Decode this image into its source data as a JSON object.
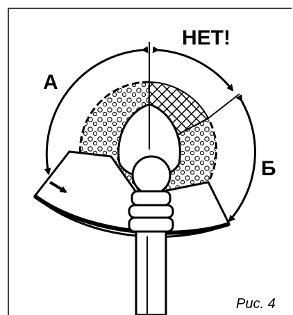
{
  "labels": {
    "zone_a": "А",
    "zone_b": "Б",
    "forbidden": "НЕТ!"
  },
  "caption": "Рис. 4",
  "colors": {
    "ink": "#000000",
    "paper": "#ffffff"
  },
  "icons": {
    "blade": "saw-blade-icon",
    "guard_arrow": "arrow-down-right-icon"
  }
}
